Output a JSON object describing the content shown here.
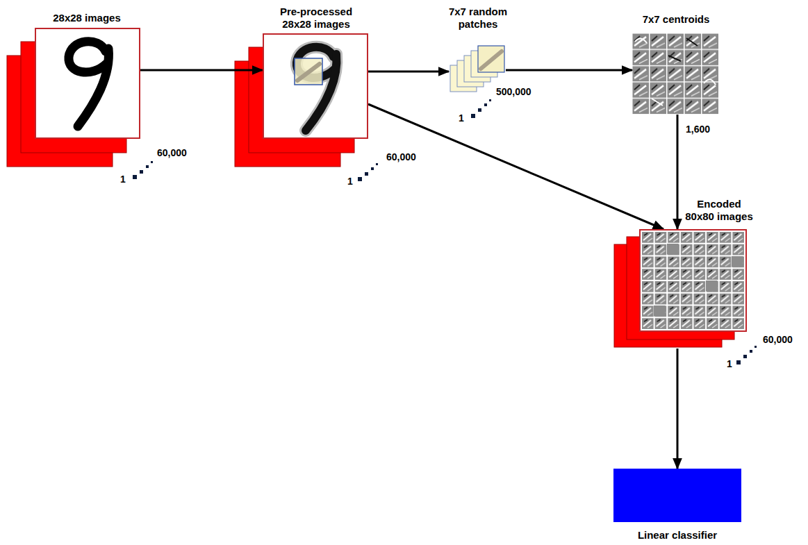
{
  "diagram": {
    "nodes": [
      {
        "text": [
          "28x28 images"
        ]
      },
      {
        "text": [
          "Pre-processed 28x28 images"
        ]
      },
      {
        "text": [
          "7x7 random patches"
        ]
      },
      {
        "text": [
          "7x7 centroids"
        ]
      },
      {
        "text": [
          "Encoded 80x80 images"
        ]
      },
      {
        "text": [
          "Linear classifier"
        ]
      }
    ],
    "edges": [
      {
        "from": 0,
        "to": 1,
        "arrow": "to"
      },
      {
        "from": 1,
        "to": 2,
        "arrow": "to"
      },
      {
        "from": 2,
        "to": 3,
        "arrow": "to"
      },
      {
        "from": 1,
        "to": 4,
        "arrow": "to"
      },
      {
        "from": 3,
        "to": 4,
        "arrow": "to"
      },
      {
        "from": 4,
        "to": 5,
        "arrow": "to"
      }
    ],
    "labels": [
      "60,000",
      "1",
      "60,000",
      "1",
      "500,000",
      "1",
      "1,600",
      "60,000",
      "1"
    ]
  }
}
